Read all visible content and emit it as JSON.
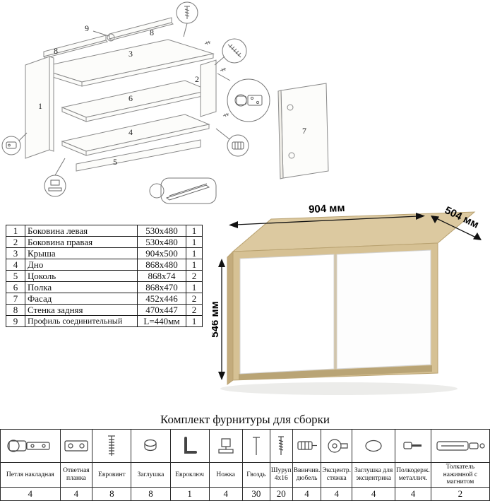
{
  "assembled_view": {
    "width_label": "904 мм",
    "depth_label": "504 мм",
    "height_label": "546 мм"
  },
  "exploded_view": {
    "labels": {
      "p1": "1",
      "p2": "2",
      "p3": "3",
      "p4": "4",
      "p5": "5",
      "p6": "6",
      "p7": "7",
      "p8a": "8",
      "p8b": "8",
      "p9": "9"
    }
  },
  "parts_table": {
    "rows": [
      {
        "num": "1",
        "name": "Боковина левая",
        "size": "530x480",
        "qty": "1"
      },
      {
        "num": "2",
        "name": "Боковина правая",
        "size": "530x480",
        "qty": "1"
      },
      {
        "num": "3",
        "name": "Крыша",
        "size": "904x500",
        "qty": "1"
      },
      {
        "num": "4",
        "name": "Дно",
        "size": "868x480",
        "qty": "1"
      },
      {
        "num": "5",
        "name": "Цоколь",
        "size": "868x74",
        "qty": "2"
      },
      {
        "num": "6",
        "name": "Полка",
        "size": "868x470",
        "qty": "1"
      },
      {
        "num": "7",
        "name": "Фасад",
        "size": "452x446",
        "qty": "2"
      },
      {
        "num": "8",
        "name": "Стенка задняя",
        "size": "470x447",
        "qty": "2"
      },
      {
        "num": "9",
        "name": "Профиль соединительный",
        "size": "L=440мм",
        "qty": "1"
      }
    ]
  },
  "hardware_kit": {
    "title": "Комплект фурнитуры для сборки",
    "items": [
      {
        "name": "Петля накладная",
        "qty": "4",
        "icon": "hinge-icon"
      },
      {
        "name": "Ответная планка",
        "qty": "4",
        "icon": "strike-plate-icon"
      },
      {
        "name": "Евровинт",
        "qty": "8",
        "icon": "euro-screw-icon"
      },
      {
        "name": "Заглушка",
        "qty": "8",
        "icon": "cap-icon"
      },
      {
        "name": "Евроключ",
        "qty": "1",
        "icon": "hex-key-icon"
      },
      {
        "name": "Ножка",
        "qty": "4",
        "icon": "leg-icon"
      },
      {
        "name": "Гвоздь",
        "qty": "30",
        "icon": "nail-icon"
      },
      {
        "name": "Шуруп 4x16",
        "qty": "20",
        "icon": "screw-icon"
      },
      {
        "name": "Ввинчив. дюбель",
        "qty": "4",
        "icon": "screw-dowel-icon"
      },
      {
        "name": "Эксцентр. стяжка",
        "qty": "4",
        "icon": "cam-lock-icon"
      },
      {
        "name": "Заглушка для эксцентрика",
        "qty": "4",
        "icon": "cam-cap-icon"
      },
      {
        "name": "Полкодерж. металлич.",
        "qty": "4",
        "icon": "shelf-pin-icon"
      },
      {
        "name": "Толкатель нажимной с магнитом",
        "qty": "2",
        "icon": "push-latch-icon"
      }
    ]
  },
  "colors": {
    "wood_top": "#dcc9a0",
    "wood_front": "#d6c194",
    "wood_side": "#c3ab7c",
    "diagram_line": "#8a8a8a"
  }
}
